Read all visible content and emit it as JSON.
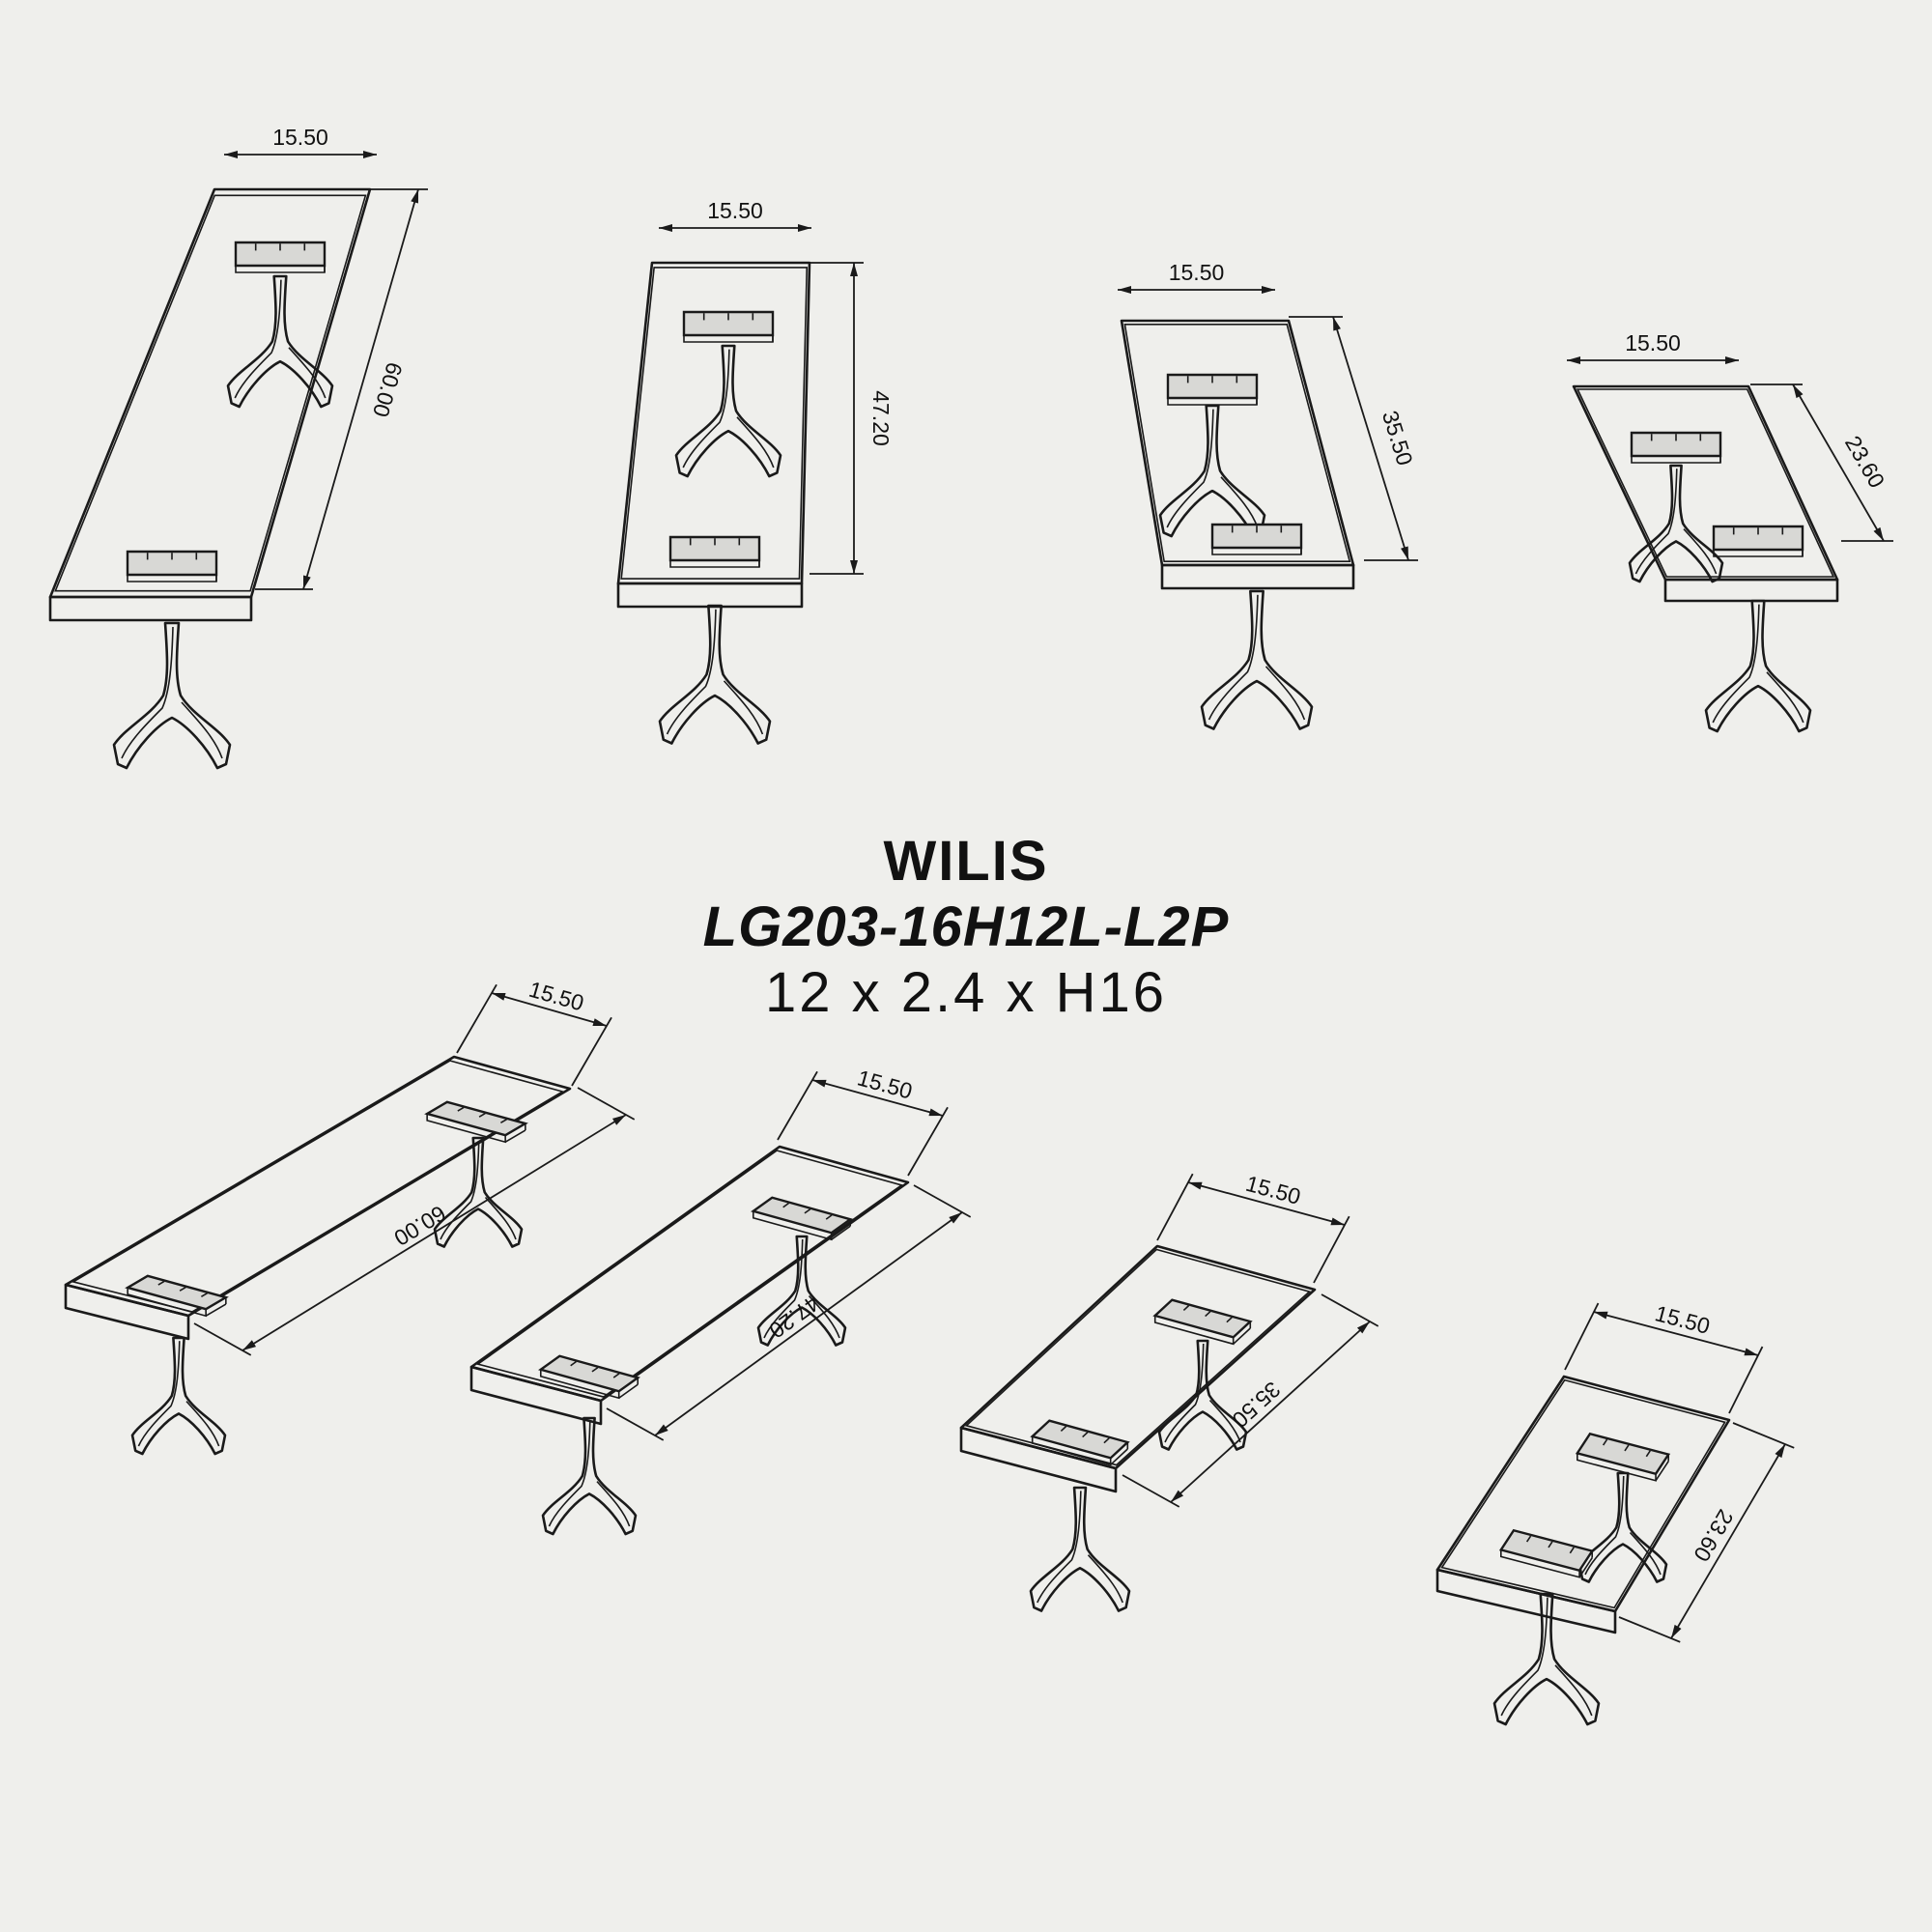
{
  "title": {
    "name": "WILIS",
    "code": "LG203-16H12L-L2P",
    "size": "12 x 2.4 x H16"
  },
  "colors": {
    "background": "#efefec",
    "line": "#1a1a1a"
  },
  "views": [
    {
      "group": "top",
      "width_label": "15.50",
      "length_label": "60.00"
    },
    {
      "group": "top",
      "width_label": "15.50",
      "length_label": "47.20"
    },
    {
      "group": "top",
      "width_label": "15.50",
      "length_label": "35.50"
    },
    {
      "group": "top",
      "width_label": "15.50",
      "length_label": "23.60"
    },
    {
      "group": "iso",
      "width_label": "15.50",
      "length_label": "60.00"
    },
    {
      "group": "iso",
      "width_label": "15.50",
      "length_label": "47.20"
    },
    {
      "group": "iso",
      "width_label": "15.50",
      "length_label": "35.50"
    },
    {
      "group": "iso",
      "width_label": "15.50",
      "length_label": "23.60"
    }
  ]
}
